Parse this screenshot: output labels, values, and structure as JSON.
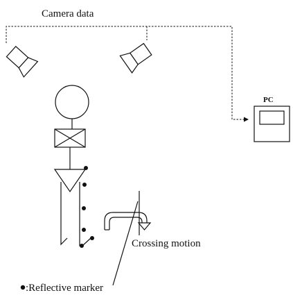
{
  "labels": {
    "camera_data": "Camera data",
    "pc": "PC",
    "crossing_motion": "Crossing motion",
    "legend_marker": ":Reflective marker"
  },
  "icons": [
    "camera-icon",
    "camera-icon",
    "pc-icon",
    "person-figure",
    "reflective-marker-dot",
    "turn-arrow-icon"
  ]
}
